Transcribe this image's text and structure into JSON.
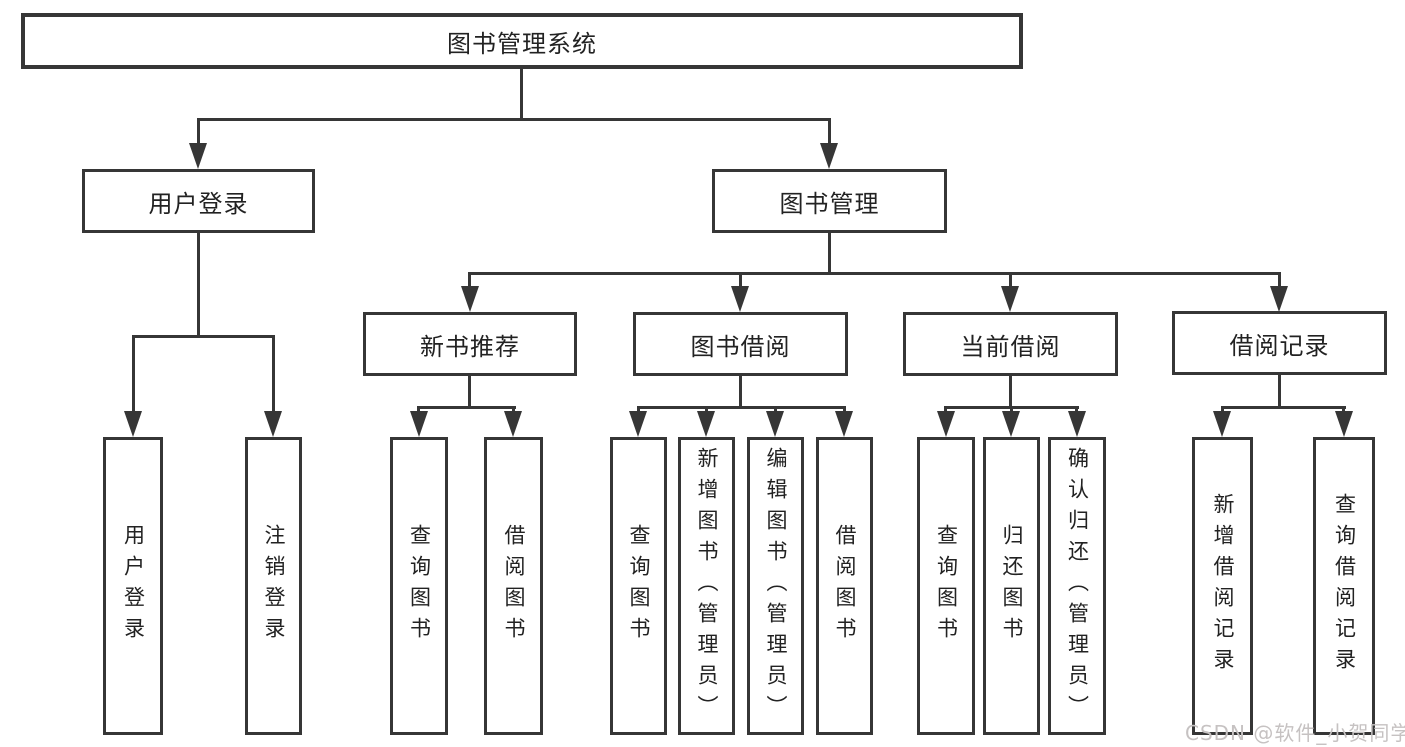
{
  "diagram": {
    "root": {
      "label": "图书管理系统"
    },
    "level2": [
      {
        "label": "用户登录"
      },
      {
        "label": "图书管理"
      }
    ],
    "level3": [
      {
        "label": "新书推荐"
      },
      {
        "label": "图书借阅"
      },
      {
        "label": "当前借阅"
      },
      {
        "label": "借阅记录"
      }
    ],
    "leaves": {
      "user_login": [
        {
          "label": "用户登录"
        },
        {
          "label": "注销登录"
        }
      ],
      "new_book": [
        {
          "label": "查询图书"
        },
        {
          "label": "借阅图书"
        }
      ],
      "book_borrow": [
        {
          "label": "查询图书"
        },
        {
          "label": "新增图书（管理员）"
        },
        {
          "label": "编辑图书（管理员）"
        },
        {
          "label": "借阅图书"
        }
      ],
      "current_borrow": [
        {
          "label": "查询图书"
        },
        {
          "label": "归还图书"
        },
        {
          "label": "确认归还（管理员）"
        }
      ],
      "borrow_record": [
        {
          "label": "新增借阅记录"
        },
        {
          "label": "查询借阅记录"
        }
      ]
    }
  },
  "watermark": {
    "text": "CSDN @软件_小贺同学"
  },
  "colors": {
    "line": "#363636",
    "text": "#222222",
    "watermark": "#c6c2c2",
    "background": "#ffffff"
  }
}
